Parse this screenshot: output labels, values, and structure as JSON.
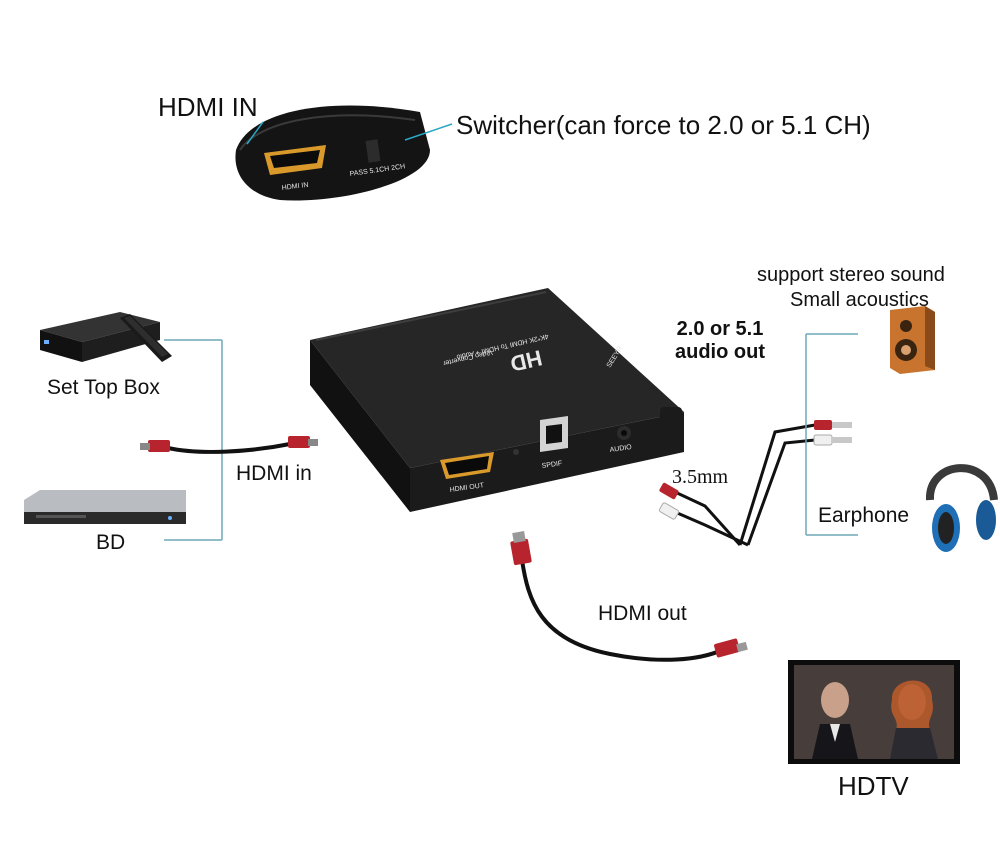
{
  "labels": {
    "hdmi_in_top": "HDMI IN",
    "switcher": "Switcher(can force to 2.0 or 5.1 CH)",
    "set_top_box": "Set Top Box",
    "hdmi_in": "HDMI in",
    "bd": "BD",
    "support_stereo": "support stereo sound",
    "small_acoustics": "Small acoustics",
    "audio_out_line1": "2.0 or 5.1",
    "audio_out_line2": "audio out",
    "mm35": "3.5mm",
    "earphone": "Earphone",
    "hdmi_out": "HDMI out",
    "hdtv": "HDTV"
  },
  "device": {
    "port_hdmi_out": "HDMI OUT",
    "port_spdif": "SPDIF",
    "port_audio": "AUDIO",
    "brand": "SEEYR",
    "logo": "HD",
    "subtitle_1": "4K*2K HDMI To HDMI + Audio",
    "subtitle_2": "Video Converter"
  },
  "inset": {
    "port_label": "HDMI IN",
    "switch_label": "PASS 5.1CH 2CH"
  },
  "icons": [
    "set-top-box-icon",
    "remote-icon",
    "blu-ray-player-icon",
    "speaker-icon",
    "headphones-icon",
    "tv-icon",
    "rca-plug-icon",
    "hdmi-cable-icon"
  ],
  "colors": {
    "device_body": "#1c1c1c",
    "bracket_line": "#6fa8b8",
    "cable_red": "#b8242e",
    "speaker_wood": "#c8742e"
  }
}
